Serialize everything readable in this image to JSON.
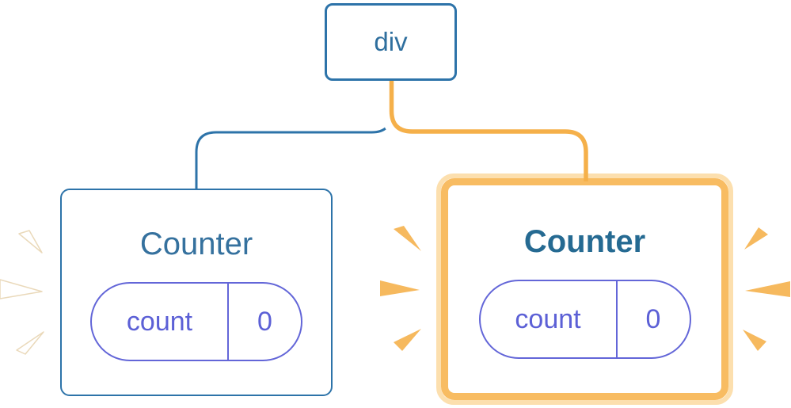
{
  "diagram": {
    "root_node": {
      "label": "div"
    },
    "left_counter": {
      "title": "Counter",
      "state_key": "count",
      "state_value": "0"
    },
    "right_counter": {
      "title": "Counter",
      "state_key": "count",
      "state_value": "0"
    }
  },
  "colors": {
    "blue_stroke": "#2d73a9",
    "blue_text": "#2f6f9e",
    "title_left": "#35719e",
    "title_right": "#256a92",
    "purple_stroke": "#6366d8",
    "purple_text": "#5c60d6",
    "orange_core": "#f5b04a",
    "orange_band": "#f8bc62",
    "orange_pale": "#fcdfae",
    "spark_orange": "#f6b95e",
    "spark_white": "#ffffff"
  }
}
